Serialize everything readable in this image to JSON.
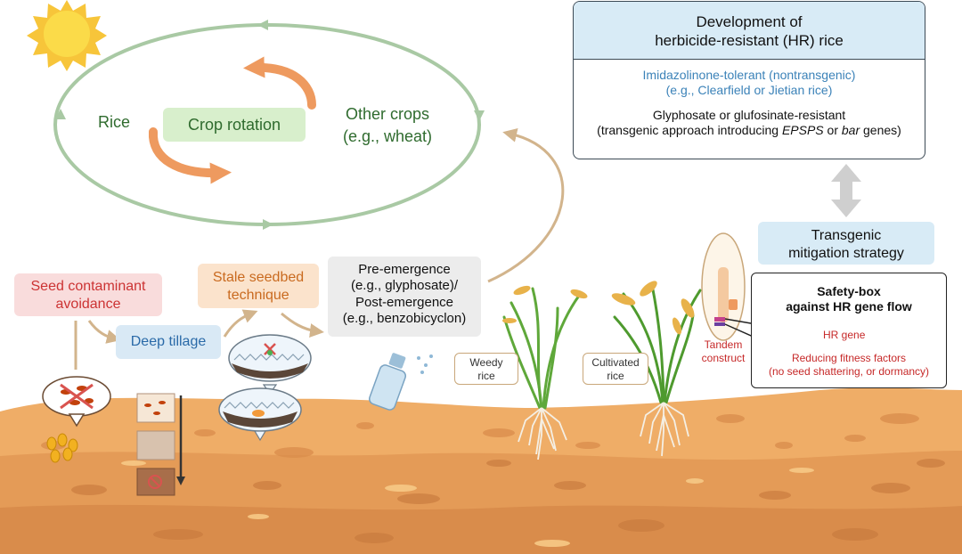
{
  "rotation": {
    "rice_label": "Rice",
    "center_label": "Crop rotation",
    "other_crops_line1": "Other crops",
    "other_crops_line2": "(e.g., wheat)"
  },
  "hr_panel": {
    "title_line1": "Development of",
    "title_line2": "herbicide-resistant (HR) rice",
    "imi_line1": "Imidazolinone-tolerant (nontransgenic)",
    "imi_line2": "(e.g., Clearfield or Jietian rice)",
    "gly_line1": "Glyphosate or glufosinate-resistant",
    "gly_line2_a": "(transgenic approach introducing ",
    "gly_line2_b": "EPSPS",
    "gly_line2_c": " or ",
    "gly_line2_d": "bar",
    "gly_line2_e": " genes)"
  },
  "mitigation": {
    "line1": "Transgenic",
    "line2": "mitigation strategy"
  },
  "safety_box": {
    "title_line1": "Safety-box",
    "title_line2": "against HR gene flow",
    "hr_gene": "HR gene",
    "fitness_line1": "Reducing fitness factors",
    "fitness_line2": "(no seed shattering, or dormancy)",
    "tandem_line1": "Tandem",
    "tandem_line2": "construct"
  },
  "practices": {
    "seed_line1": "Seed contaminant",
    "seed_line2": "avoidance",
    "deep_tillage": "Deep tillage",
    "stale_line1": "Stale seedbed",
    "stale_line2": "technique",
    "herb_line1": "Pre-emergence",
    "herb_line2": "(e.g., glyphosate)/",
    "herb_line3": "Post-emergence",
    "herb_line4": "(e.g., benzobicyclon)"
  },
  "plants": {
    "weedy_line1": "Weedy",
    "weedy_line2": "rice",
    "cultivated_line1": "Cultivated",
    "cultivated_line2": "rice"
  },
  "colors": {
    "rotation_green": "#a9c9a4",
    "rotation_text": "#2f6b2e",
    "rotation_box": "#d8efcc",
    "rotation_arrow": "#ee9a5f",
    "hr_header": "#d8ebf6",
    "imi_text": "#3b82b8",
    "mitigation_box": "#d8ebf6",
    "seed_box": "#f9dcdc",
    "seed_text": "#cc3333",
    "tillage_box": "#d9e9f5",
    "tillage_text": "#2a6aa8",
    "stale_box": "#fbe3cc",
    "stale_text": "#c96a1f",
    "herb_box": "#ececec",
    "soil_top": "#efad67",
    "soil_mid": "#e29a55",
    "soil_deep": "#d5894a",
    "red_text": "#c62828",
    "arrow_tan": "#d2b48c"
  }
}
